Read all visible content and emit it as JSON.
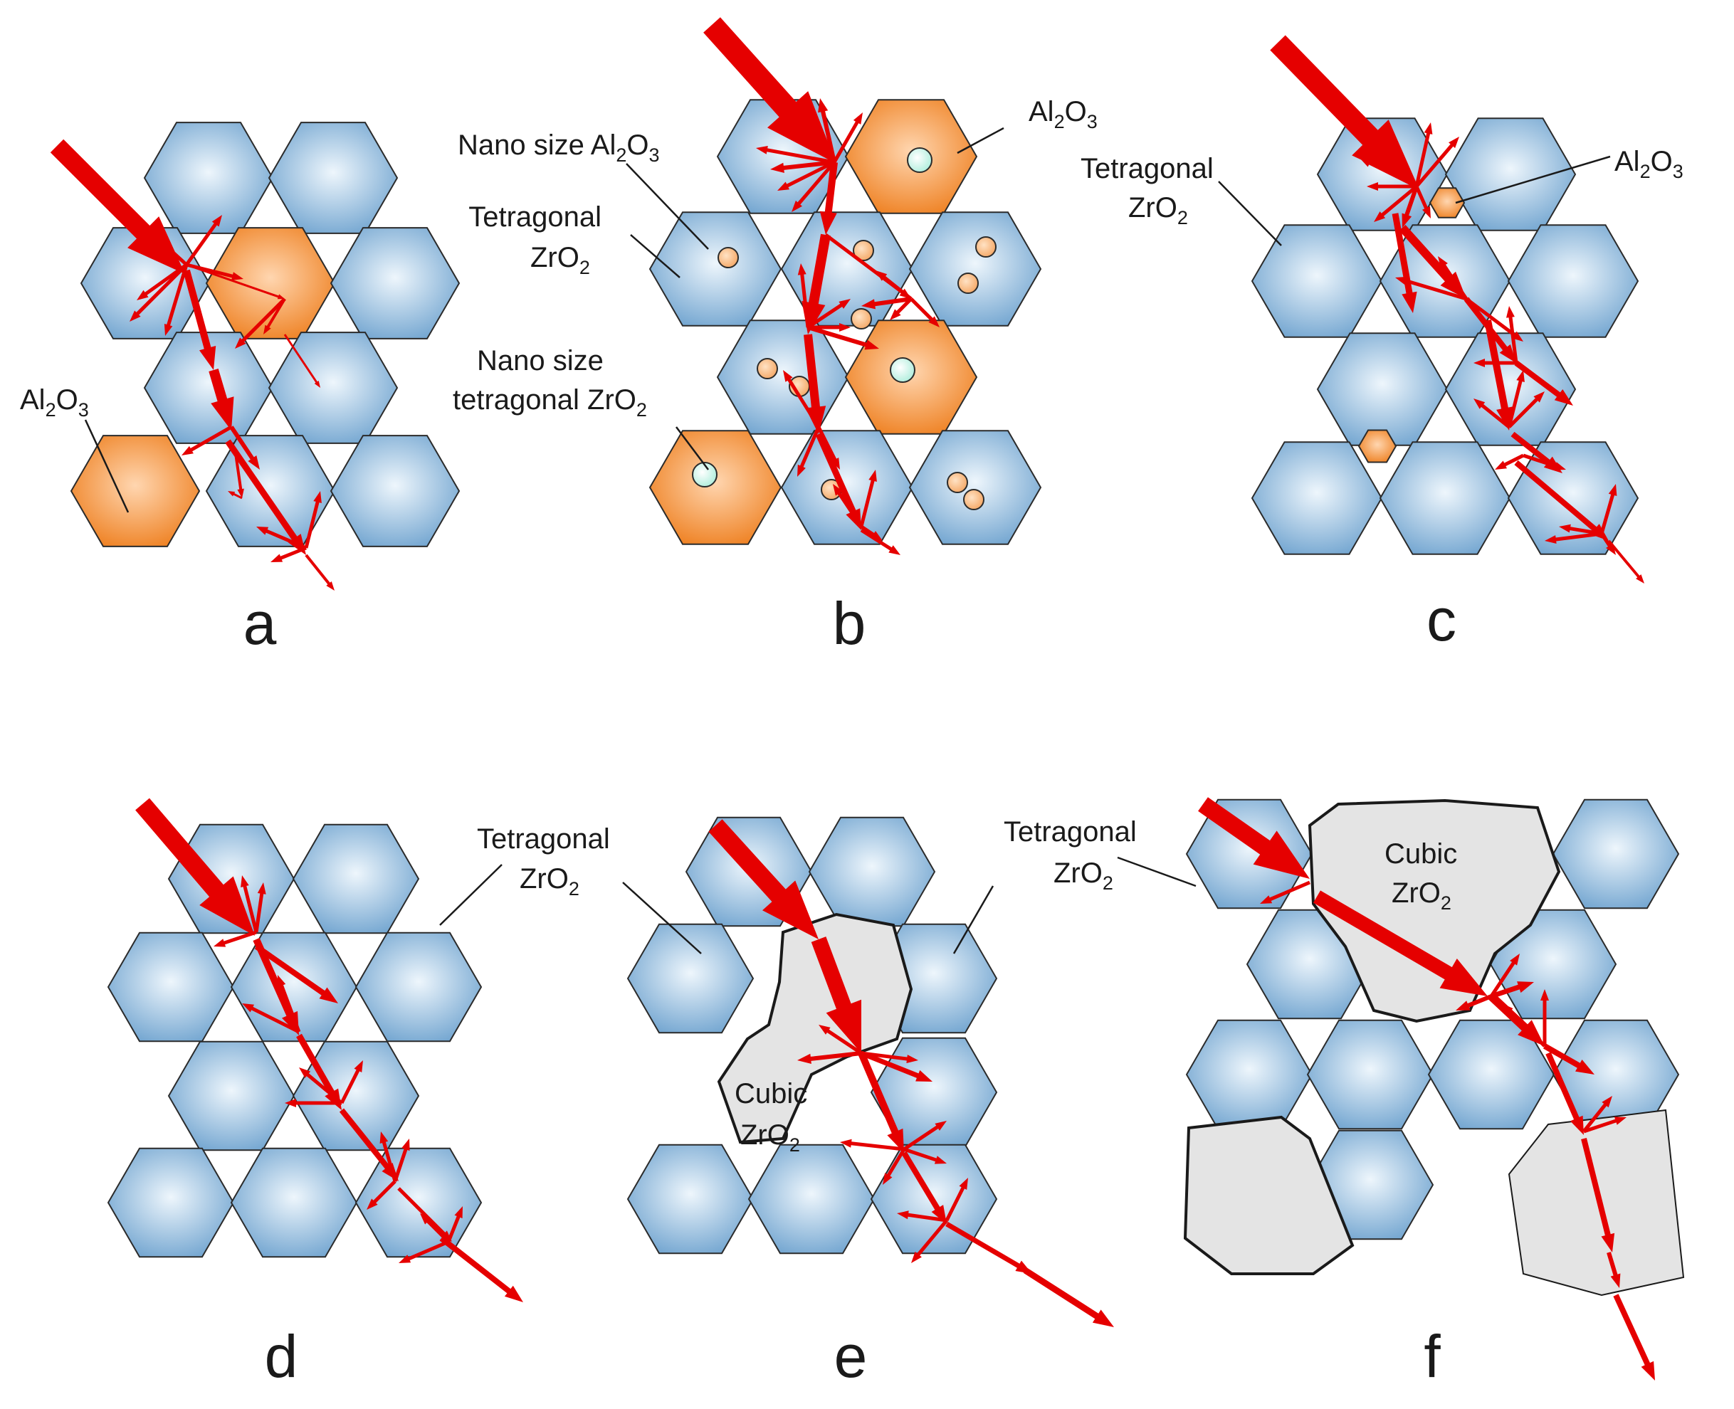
{
  "colors": {
    "tetragonal_grain": "#6fa3cf",
    "tetragonal_grain_light": "#eef6fc",
    "alumina_grain": "#ee7f1f",
    "alumina_grain_light": "#ffd6b0",
    "cubic_grain": "#e4e4e4",
    "crack_arrow": "#e50000",
    "nano_particle_orange": "#f4a35e",
    "nano_particle_cyan": "#a8ecd9"
  },
  "panels": [
    {
      "letter": "a",
      "labels": [
        {
          "id": "al2o3",
          "text": "Al",
          "sub": "2",
          "text2": "O",
          "sub2": "3"
        }
      ]
    },
    {
      "letter": "b",
      "labels": [
        {
          "id": "nano-al2o3",
          "text": "Nano size Al",
          "sub": "2",
          "text2": "O",
          "sub2": "3"
        },
        {
          "id": "tetragonal-1",
          "text": "Tetragonal"
        },
        {
          "id": "tetragonal-2",
          "text": "ZrO",
          "sub": "2"
        },
        {
          "id": "al2o3",
          "text": "Al",
          "sub": "2",
          "text2": "O",
          "sub2": "3"
        },
        {
          "id": "nano-zro2-1",
          "text": "Nano size"
        },
        {
          "id": "nano-zro2-2",
          "text": "tetragonal ZrO",
          "sub": "2"
        }
      ]
    },
    {
      "letter": "c",
      "labels": [
        {
          "id": "tetragonal-1",
          "text": "Tetragonal"
        },
        {
          "id": "tetragonal-2",
          "text": "ZrO",
          "sub": "2"
        },
        {
          "id": "al2o3",
          "text": "Al",
          "sub": "2",
          "text2": "O",
          "sub2": "3"
        }
      ]
    },
    {
      "letter": "d",
      "labels": [
        {
          "id": "tetragonal-1",
          "text": "Tetragonal"
        },
        {
          "id": "tetragonal-2",
          "text": "ZrO",
          "sub": "2"
        }
      ]
    },
    {
      "letter": "e",
      "labels": [
        {
          "id": "tetragonal-1",
          "text": "Tetragonal"
        },
        {
          "id": "tetragonal-2",
          "text": "ZrO",
          "sub": "2"
        },
        {
          "id": "cubic-1",
          "text": "Cubic"
        },
        {
          "id": "cubic-2",
          "text": "ZrO",
          "sub": "2"
        }
      ]
    },
    {
      "letter": "f",
      "labels": [
        {
          "id": "cubic-1",
          "text": "Cubic"
        },
        {
          "id": "cubic-2",
          "text": "ZrO",
          "sub": "2"
        }
      ]
    }
  ]
}
